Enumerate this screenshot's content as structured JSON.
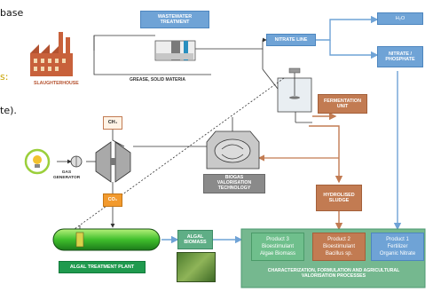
{
  "edge_text": [
    "base",
    "s:",
    "te)."
  ],
  "labels": {
    "wastewater": "WASTEWATER TREATMENT",
    "slaughterhouse": "SLAUGHTERHOUSE",
    "grease": "GREASE, SOLID MATERIA",
    "nitrate_line": "NITRATE LINE",
    "h2o": "H₂O",
    "nitrate_phosphate": "NITRATE / PHOSPHATE",
    "fermentation": "FERMENTATION UNIT",
    "ch4": "CH₄",
    "co2": "CO₂",
    "gas_generator": "GAS GENERATOR",
    "biogas": "BIOGAS VALORISATION TECHNOLOGY",
    "hydrolised": "HYDROLISED SLUDGE",
    "algal_plant": "ALGAL TREATMENT PLANT",
    "algal_biomass": "ALGAL BIOMASS",
    "characterization": "CHARACTERIZATION, FORMULATION AND AGRICULTURAL VALORISATION PROCESSES"
  },
  "products": [
    {
      "title": "Product 3",
      "line1": "Bioestimulant",
      "line2": "Algae Biomass"
    },
    {
      "title": "Product 2",
      "line1": "Bioestimulant",
      "line2": "Bacillus sp."
    },
    {
      "title": "Product 1",
      "line1": "Fertilizer",
      "line2": "Organic Nitrate"
    }
  ],
  "colors": {
    "blue_box": "#6fa3d6",
    "brown_box": "#c27b52",
    "green_box": "#5fae86",
    "dark_green": "#1f9a4e"
  }
}
